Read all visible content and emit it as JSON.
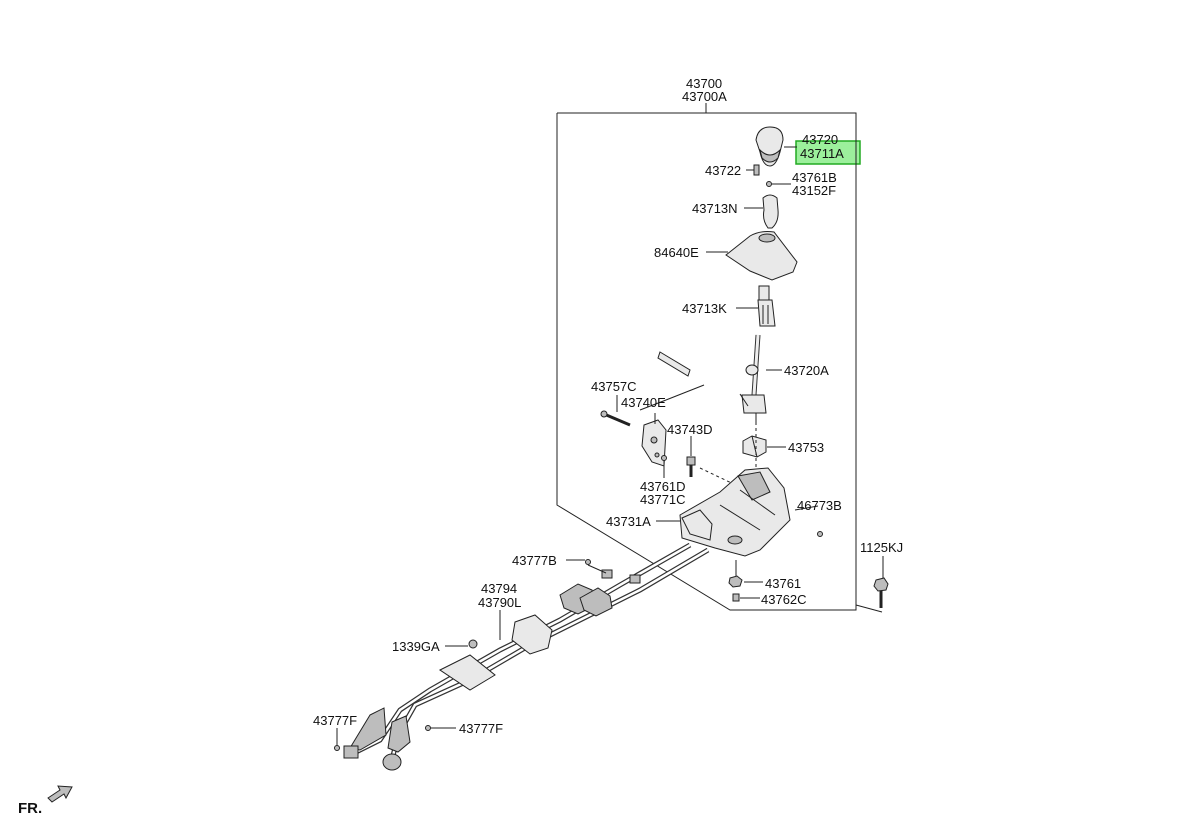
{
  "labels": {
    "assy_a": "43700",
    "assy_b": "43700A",
    "knob_a": "43720",
    "knob_b": "43711A",
    "p43722": "43722",
    "p43761b": "43761B",
    "p43152f": "43152F",
    "p43713n": "43713N",
    "p84640e": "84640E",
    "p43713k": "43713K",
    "p43720a": "43720A",
    "p43757c": "43757C",
    "p43740e": "43740E",
    "p43743d": "43743D",
    "p43753": "43753",
    "p43761d": "43761D",
    "p43771c": "43771C",
    "p46773b": "46773B",
    "p43731a": "43731A",
    "p1125kj": "1125KJ",
    "p43777b": "43777B",
    "p43794": "43794",
    "p43790l": "43790L",
    "p43761": "43761",
    "p43762c": "43762C",
    "p1339ga": "1339GA",
    "p43777f_left": "43777F",
    "p43777f_right": "43777F",
    "fr": "FR."
  },
  "highlight": {
    "target": "43711A",
    "color": "#9cf09c"
  }
}
